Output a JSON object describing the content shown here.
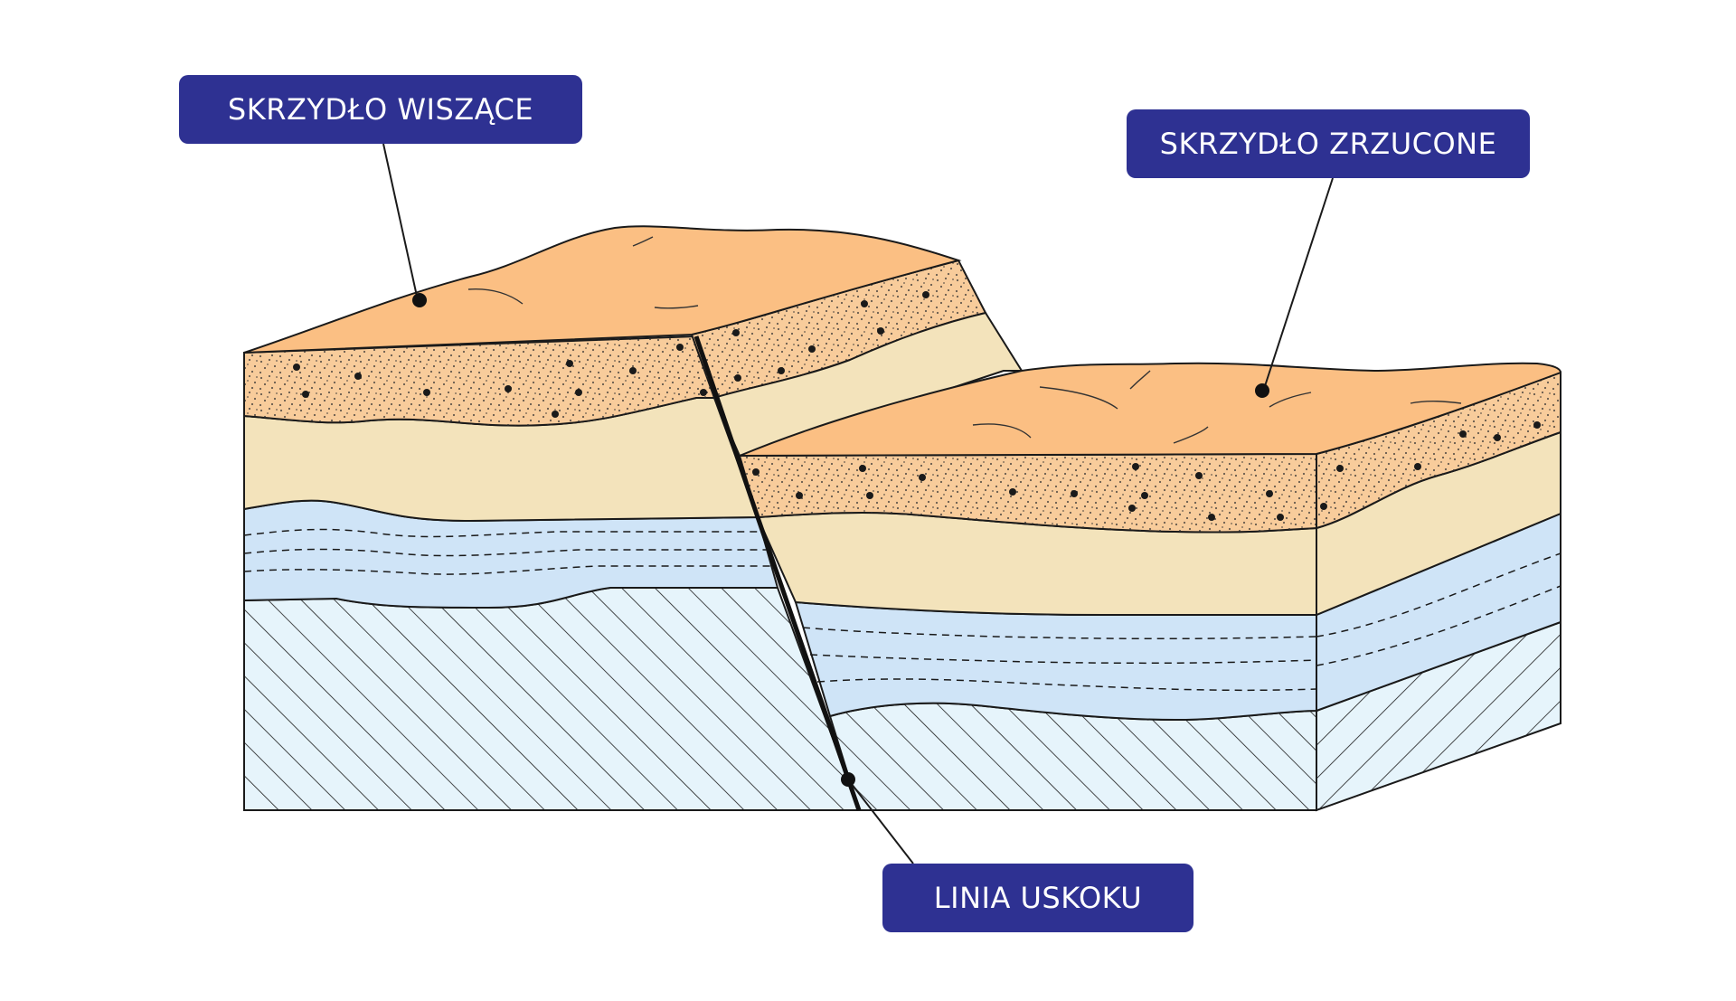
{
  "labels": {
    "hanging_wall": "SKRZYDŁO WISZĄCE",
    "downthrown_wall": "SKRZYDŁO ZRZUCONE",
    "fault_line": "LINIA USKOKU"
  },
  "colors": {
    "label_bg": "#2e3192",
    "label_text": "#ffffff",
    "top_soil": "#fbbf83",
    "sand_layer": "#f8cc9b",
    "clay_layer": "#f3e3bb",
    "water_layer": "#cfe4f7",
    "bedrock": "#e6f4fb",
    "outline": "#1a1a1a"
  },
  "icons": [
    "dot-marker"
  ]
}
